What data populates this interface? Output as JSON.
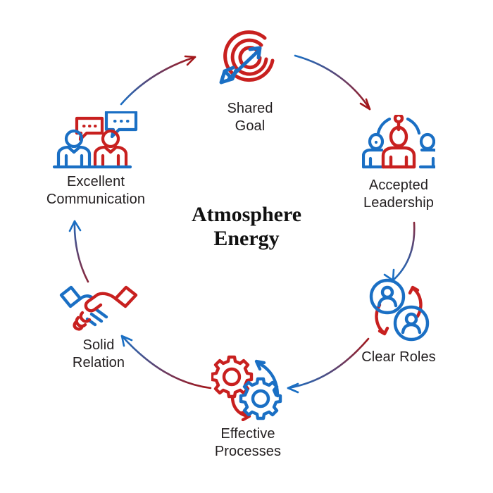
{
  "diagram": {
    "title": "Atmosphere\nEnergy",
    "palette": {
      "red": "#c8201f",
      "blue": "#1a6fc4",
      "text": "#231f20",
      "background": "#ffffff"
    },
    "nodes": [
      {
        "id": "shared-goal",
        "label": "Shared\nGoal",
        "icon": "target-arrow-icon",
        "position": "top"
      },
      {
        "id": "accepted-leadership",
        "label": "Accepted\nLeadership",
        "icon": "three-people-leader-icon",
        "position": "top-right"
      },
      {
        "id": "clear-roles",
        "label": "Clear Roles",
        "icon": "two-person-cycle-icon",
        "position": "bottom-right"
      },
      {
        "id": "effective-processes",
        "label": "Effective\nProcesses",
        "icon": "two-gears-icon",
        "position": "bottom"
      },
      {
        "id": "solid-relation",
        "label": "Solid\nRelation",
        "icon": "handshake-icon",
        "position": "bottom-left"
      },
      {
        "id": "excellent-communication",
        "label": "Excellent\nCommunication",
        "icon": "two-people-speech-bubbles-icon",
        "position": "top-left"
      }
    ],
    "connectors": [
      {
        "id": "arrow-goal-to-leadership",
        "from": "shared-goal",
        "to": "accepted-leadership"
      },
      {
        "id": "arrow-leadership-to-roles",
        "from": "accepted-leadership",
        "to": "clear-roles"
      },
      {
        "id": "arrow-roles-to-processes",
        "from": "clear-roles",
        "to": "effective-processes"
      },
      {
        "id": "arrow-processes-to-relation",
        "from": "effective-processes",
        "to": "solid-relation"
      },
      {
        "id": "arrow-relation-to-communication",
        "from": "solid-relation",
        "to": "excellent-communication"
      },
      {
        "id": "arrow-communication-to-goal",
        "from": "excellent-communication",
        "to": "shared-goal"
      }
    ]
  }
}
